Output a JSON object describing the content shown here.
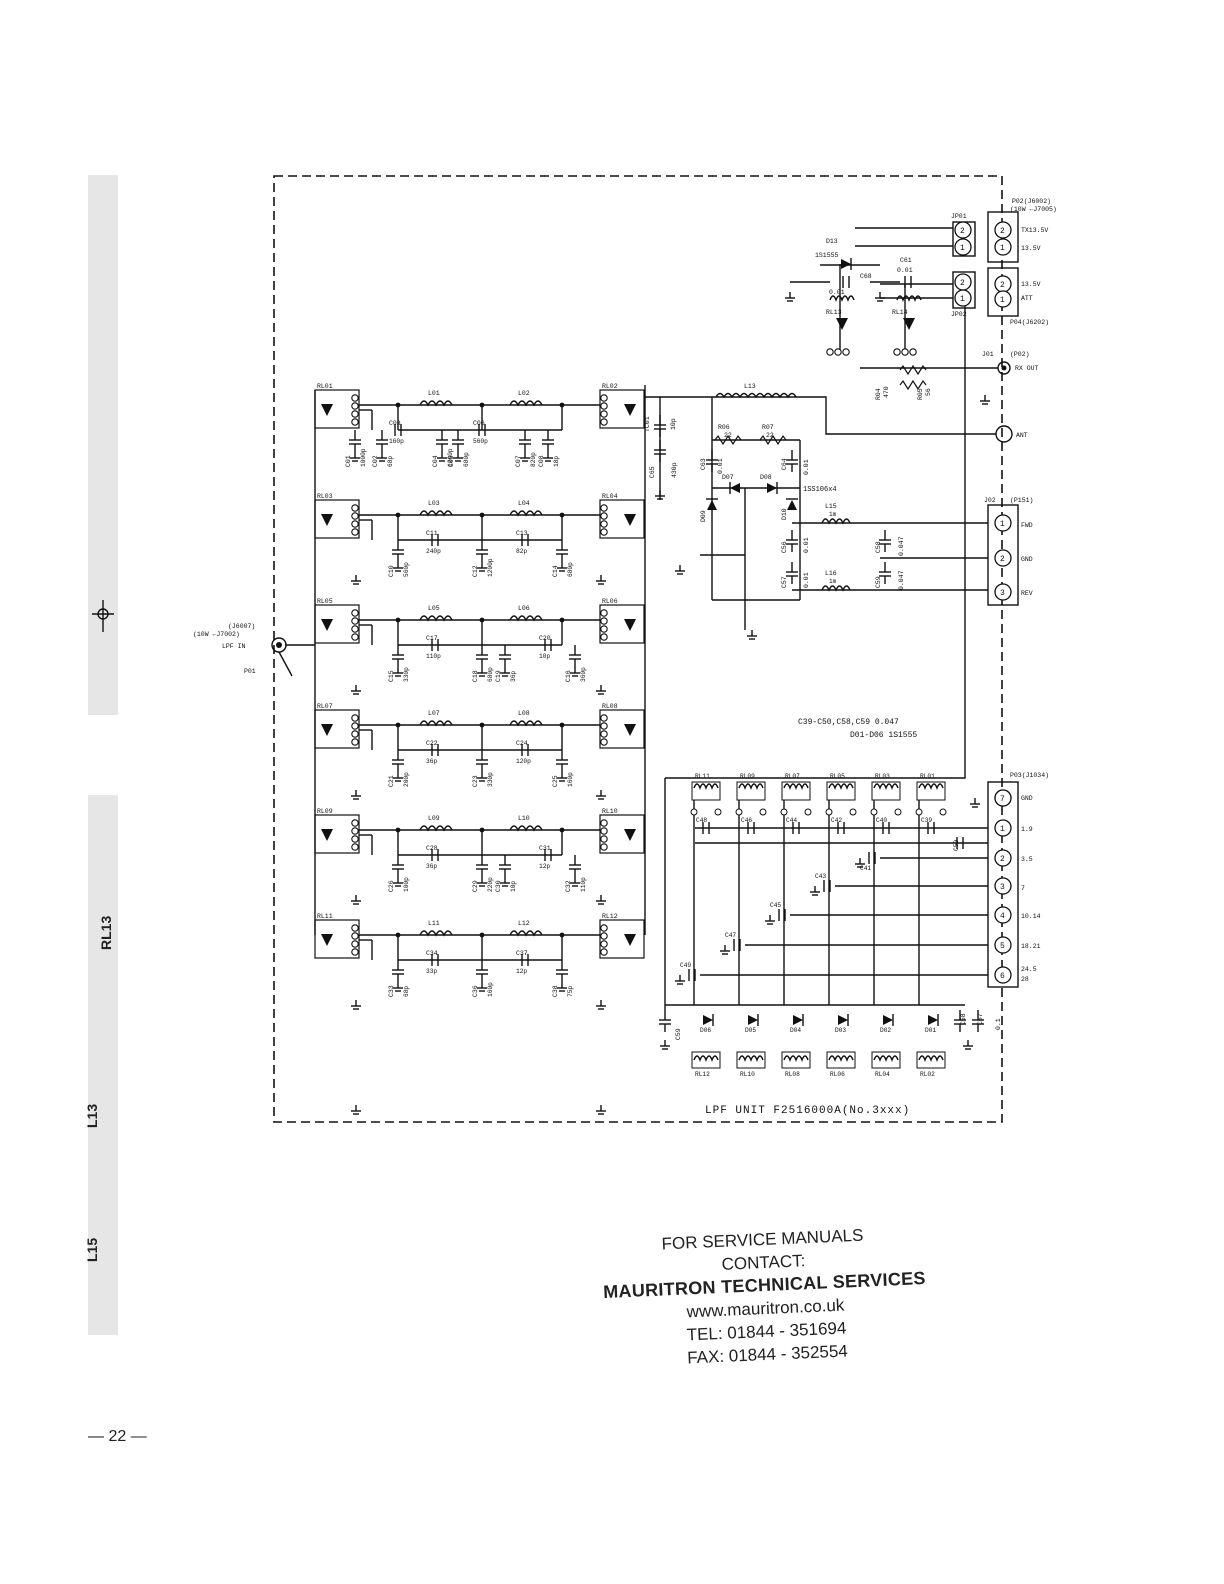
{
  "diagram": {
    "unit_title": "LPF UNIT    F2516000A(No.3xxx)",
    "notes": [
      "C39-C50,C58,C59 0.047",
      "D01-D06 1S1555"
    ],
    "input": {
      "lines": [
        "(J6007)",
        "(10W ←J7002)",
        "LPF IN",
        "P01"
      ]
    },
    "p02": {
      "title": "P02(J6002)",
      "subtitle": "(10W ←J7005)",
      "pins": [
        "TX13.5V",
        "13.5V"
      ]
    },
    "p04": {
      "title": "P04(J6202)",
      "pins": [
        "13.5V",
        "ATT"
      ]
    },
    "jp01": "JP01",
    "jp02": "JP02",
    "j01": {
      "title": "J01",
      "sub": "(P02)",
      "label": "RX OUT"
    },
    "ant": "ANT",
    "j02": {
      "title": "J02",
      "sub": "(P151)",
      "pins": [
        "FWD",
        "GND",
        "REV"
      ]
    },
    "p03": {
      "title": "P03(J1034)",
      "pins": [
        "GND",
        "1.9",
        "3.5",
        "7",
        "10.14",
        "18.21",
        "24.5",
        "28"
      ]
    },
    "relays_left": [
      "RL01",
      "RL03",
      "RL05",
      "RL07",
      "RL09",
      "RL11"
    ],
    "relays_right": [
      "RL02",
      "RL04",
      "RL06",
      "RL08",
      "RL10",
      "RL12"
    ],
    "filter_rows": [
      {
        "inductors": [
          "L01",
          "L02"
        ],
        "caps": [
          {
            "name": "C01",
            "value": "1000p"
          },
          {
            "name": "C02",
            "value": "68p"
          },
          {
            "name": "C03",
            "value": "160p"
          },
          {
            "name": "C04",
            "value": "1200p"
          },
          {
            "name": "C05",
            "value": "680p"
          },
          {
            "name": "C06",
            "value": "560p"
          },
          {
            "name": "C07",
            "value": "820p"
          },
          {
            "name": "C08",
            "value": "18p"
          }
        ]
      },
      {
        "inductors": [
          "L03",
          "L04"
        ],
        "caps": [
          {
            "name": "C10",
            "value": "560p"
          },
          {
            "name": "C11",
            "value": "240p"
          },
          {
            "name": "C12",
            "value": "1200p"
          },
          {
            "name": "C13",
            "value": "82p"
          },
          {
            "name": "C14",
            "value": "680p"
          }
        ]
      },
      {
        "inductors": [
          "L05",
          "L06"
        ],
        "caps": [
          {
            "name": "C15",
            "value": "330p"
          },
          {
            "name": "C17",
            "value": "110p"
          },
          {
            "name": "C18",
            "value": "680p"
          },
          {
            "name": "C19",
            "value": "36p"
          },
          {
            "name": "C20",
            "value": "10p"
          },
          {
            "name": "C16",
            "value": "360p"
          }
        ]
      },
      {
        "inductors": [
          "L07",
          "L08"
        ],
        "caps": [
          {
            "name": "C21",
            "value": "200p"
          },
          {
            "name": "C22",
            "value": "36p"
          },
          {
            "name": "C23",
            "value": "330p"
          },
          {
            "name": "C24",
            "value": "120p"
          },
          {
            "name": "C25",
            "value": "160p"
          }
        ]
      },
      {
        "inductors": [
          "L09",
          "L10"
        ],
        "caps": [
          {
            "name": "C26",
            "value": "100p"
          },
          {
            "name": "C28",
            "value": "36p"
          },
          {
            "name": "C29",
            "value": "220p"
          },
          {
            "name": "C30",
            "value": "10p"
          },
          {
            "name": "C31",
            "value": "12p"
          },
          {
            "name": "C32",
            "value": "110p"
          }
        ]
      },
      {
        "inductors": [
          "L11",
          "L12"
        ],
        "caps": [
          {
            "name": "C33",
            "value": "68p"
          },
          {
            "name": "C34",
            "value": "33p"
          },
          {
            "name": "C36",
            "value": "160p"
          },
          {
            "name": "C37",
            "value": "12p"
          },
          {
            "name": "C38",
            "value": "75p"
          }
        ]
      }
    ],
    "coupler": {
      "l13": "L13",
      "tc01": "TC01",
      "tc01_val": "10p",
      "c65": "C65",
      "c65_val": "430p",
      "r06": "R06",
      "r06_val": "22",
      "r07": "R07",
      "r07_val": "22",
      "c63": "C63",
      "c64": "C64",
      "c_val": "0.01",
      "d07": "D07",
      "d08": "D08",
      "d09": "D09",
      "d10": "D10",
      "diode_note": "1SS106x4",
      "l15": "L15",
      "l16": "L16",
      "l_val": "1m",
      "c56": "C56",
      "c57": "C57",
      "c58": "C58",
      "c59": "C59",
      "c58_val": "0.047"
    },
    "top": {
      "d13": "D13",
      "d13_type": "1S1555",
      "c68": "C68",
      "c68_val": "0.01",
      "c61": "C61",
      "c61_val": "0.01",
      "rl13": "RL13",
      "rl14": "RL14",
      "r04": "R04",
      "r04_val": "470",
      "r05": "R05",
      "r05_val": "56"
    },
    "decoder": {
      "top_relays": [
        "RL11",
        "RL09",
        "RL07",
        "RL05",
        "RL03",
        "RL01"
      ],
      "top_caps": [
        "C48",
        "C46",
        "C44",
        "C42",
        "C40",
        "C39"
      ],
      "bottom_relays": [
        "RL12",
        "RL10",
        "RL08",
        "RL06",
        "RL04",
        "RL02"
      ],
      "bottom_diodes": [
        "D06",
        "D05",
        "D04",
        "D03",
        "D02",
        "D01"
      ],
      "line_caps": [
        "C50",
        "C41",
        "C43",
        "C45",
        "C47",
        "C49"
      ],
      "c59": "C59",
      "c58": "C58",
      "c57": "C57",
      "c57_val": "0.1"
    }
  },
  "footer": {
    "line1": "FOR SERVICE MANUALS",
    "line2": "CONTACT:",
    "line3": "MAURITRON TECHNICAL SERVICES",
    "line4": "www.mauritron.co.uk",
    "line5": "TEL: 01844 - 351694",
    "line6": "FAX: 01844 - 352554"
  },
  "page_number": "— 22 —",
  "side_labels": [
    "RL13",
    "L13",
    "L15"
  ]
}
